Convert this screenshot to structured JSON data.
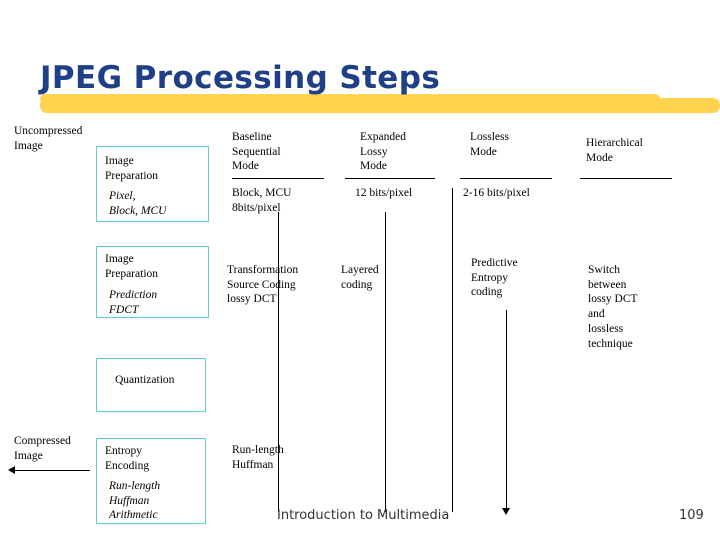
{
  "slide": {
    "title": "JPEG Processing Steps",
    "title_color": "#1F3F87",
    "underline_color": "#FFD34D",
    "box_border_color": "#66CCCC"
  },
  "left_labels": {
    "uncompressed": "Uncompressed\nImage",
    "compressed": "Compressed\nImage"
  },
  "pipeline_boxes": [
    {
      "title": "Image\nPreparation",
      "sub": "Pixel,\nBlock, MCU"
    },
    {
      "title": "Image\nPreparation",
      "sub": "Prediction\nFDCT"
    },
    {
      "title": "Quantization",
      "sub": ""
    },
    {
      "title": "Entropy\nEncoding",
      "sub": "Run-length\nHuffman\nArithmetic"
    }
  ],
  "columns": [
    {
      "header": "Baseline\nSequential\nMode",
      "row1": "Block, MCU\n8bits/pixel",
      "row2": "Transformation\nSource Coding\nlossy DCT"
    },
    {
      "header": "Expanded\nLossy\nMode",
      "row1": "12 bits/pixel",
      "row2": "Layered\ncoding"
    },
    {
      "header": "Lossless\nMode",
      "row1": "2-16 bits/pixel",
      "row2": "Predictive\nEntropy\ncoding"
    },
    {
      "header": "Hierarchical\nMode",
      "row1": "",
      "row2": "Switch\nbetween\nlossy DCT\nand\nlossless\ntechnique"
    }
  ],
  "bottom_row": {
    "col1": "Run-length\nHuffman"
  },
  "footer": {
    "text": "Introduction to Multimedia",
    "page": "109"
  }
}
